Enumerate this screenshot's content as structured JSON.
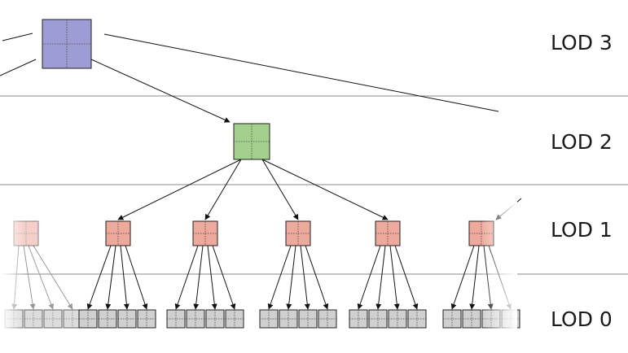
{
  "levels": [
    {
      "label": "LOD 3",
      "color": "#9e9cd4"
    },
    {
      "label": "LOD 2",
      "color": "#a3d18d"
    },
    {
      "label": "LOD 1",
      "color": "#eea99d"
    },
    {
      "label": "LOD 0",
      "color": "#d0d0d0"
    }
  ],
  "colors": {
    "separator": "#8a8a8a",
    "edge": "#111111",
    "node_border": "#222222",
    "subdivision": "#444444"
  }
}
